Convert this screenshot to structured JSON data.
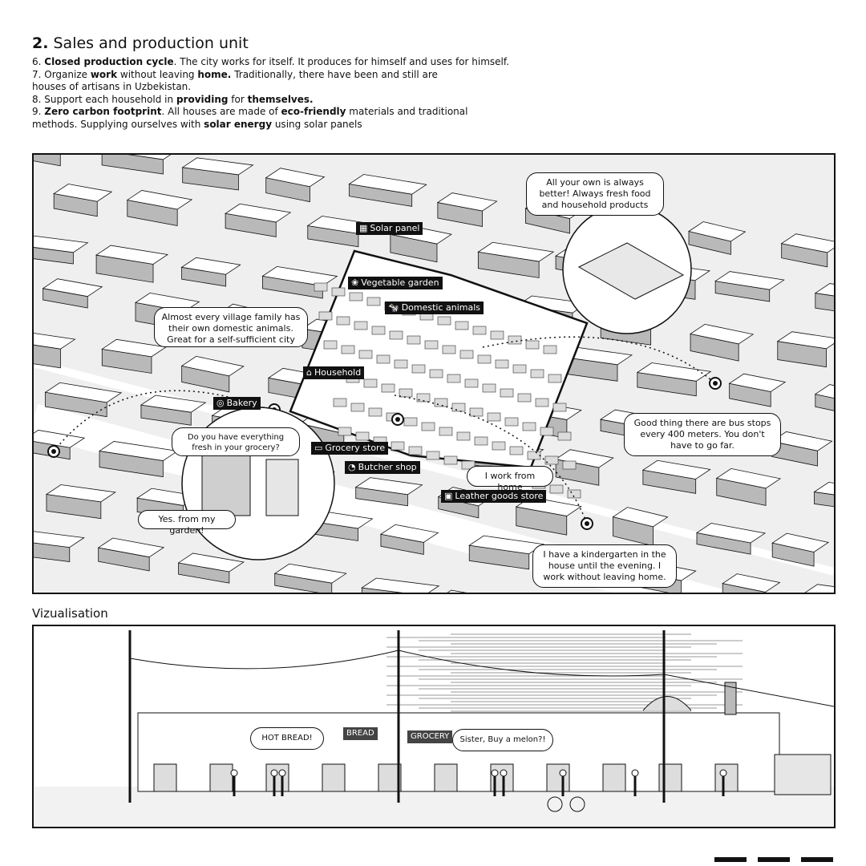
{
  "header": {
    "number": "2.",
    "title": "Sales and production unit",
    "points": [
      {
        "num": "6.",
        "segments": [
          {
            "t": " "
          },
          {
            "t": "Closed production cycle",
            "b": true
          },
          {
            "t": ". The city works for itself. It produces for himself and uses for himself."
          }
        ]
      },
      {
        "num": "7.",
        "segments": [
          {
            "t": " Organize "
          },
          {
            "t": "work",
            "b": true
          },
          {
            "t": " without leaving "
          },
          {
            "t": "home.",
            "b": true
          },
          {
            "t": " Traditionally, there have been and still are"
          }
        ]
      },
      {
        "num": "",
        "segments": [
          {
            "t": "houses of artisans in Uzbekistan."
          }
        ]
      },
      {
        "num": "8.",
        "segments": [
          {
            "t": " Support each household in "
          },
          {
            "t": "providing",
            "b": true
          },
          {
            "t": " for "
          },
          {
            "t": "themselves.",
            "b": true
          }
        ]
      },
      {
        "num": "9.",
        "segments": [
          {
            "t": " "
          },
          {
            "t": "Zero carbon footprint",
            "b": true
          },
          {
            "t": ". All houses are made of "
          },
          {
            "t": "eco-friendly",
            "b": true
          },
          {
            "t": " materials and traditional"
          }
        ]
      },
      {
        "num": "",
        "segments": [
          {
            "t": "methods. Supplying ourselves with "
          },
          {
            "t": "solar energy",
            "b": true
          },
          {
            "t": " using solar panels"
          }
        ]
      }
    ]
  },
  "map": {
    "tags": {
      "solar_panel": "Solar panel",
      "vegetable_garden": "Vegetable garden",
      "domestic_animals": "Domestic animals",
      "household": "Household",
      "bakery": "Bakery",
      "grocery_store": "Grocery store",
      "butcher_shop": "Butcher shop",
      "leather_goods_store": "Leather goods store"
    },
    "bubbles": {
      "own": "All your own is always better! Always fresh food and household products",
      "animals": "Almost every village family has their own domestic animals. Great for a self-sufficient city",
      "grocery_q": "Do you have everything fresh in your grocery?",
      "garden_a": "Yes. from my garden!",
      "work_home": "I work from home",
      "bus": "Good thing there are bus stops every 400 meters. You don't have to go far.",
      "kindergarten": "I have a kindergarten in the house until the evening. I work without leaving home."
    }
  },
  "viz": {
    "label": "Vizualisation",
    "bubble_bread": "HOT BREAD!",
    "bubble_melon": "Sister, Buy a melon?!",
    "sign_bread": "BREAD",
    "sign_grocery": "GROCERY"
  },
  "colors": {
    "ink": "#111111",
    "paper": "#ffffff",
    "roof": "#ffffff",
    "wall": "#b9b9b9",
    "shadow": "#8d8d8d"
  }
}
